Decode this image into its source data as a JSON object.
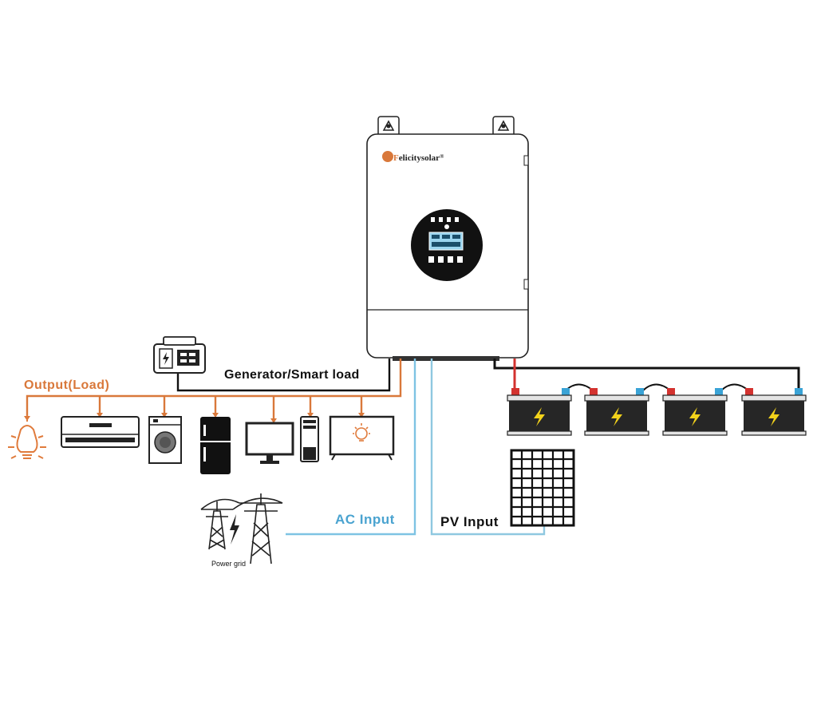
{
  "labels": {
    "output_load": "Output(Load)",
    "generator": "Generator/Smart load",
    "ac_input": "AC Input",
    "pv_input": "PV Input",
    "power_grid": "Power grid"
  },
  "brand": {
    "name_part1": "F",
    "name_part2": "elicity",
    "name_part3": "solar",
    "trademark": "®"
  },
  "colors": {
    "output_line": "#d9783a",
    "ac_line": "#7ec3e3",
    "pv_line": "#8fc8e0",
    "battery_line": "#111111",
    "battery_positive": "#d3322f",
    "battery_negative": "#3aa3d6",
    "bolt": "#f2d21b"
  },
  "loads": [
    "light-bulb-icon",
    "air-conditioner-icon",
    "washing-machine-icon",
    "refrigerator-icon",
    "monitor-icon",
    "computer-tower-icon",
    "tv-icon"
  ],
  "batteries": [
    "battery-1",
    "battery-2",
    "battery-3",
    "battery-4"
  ]
}
